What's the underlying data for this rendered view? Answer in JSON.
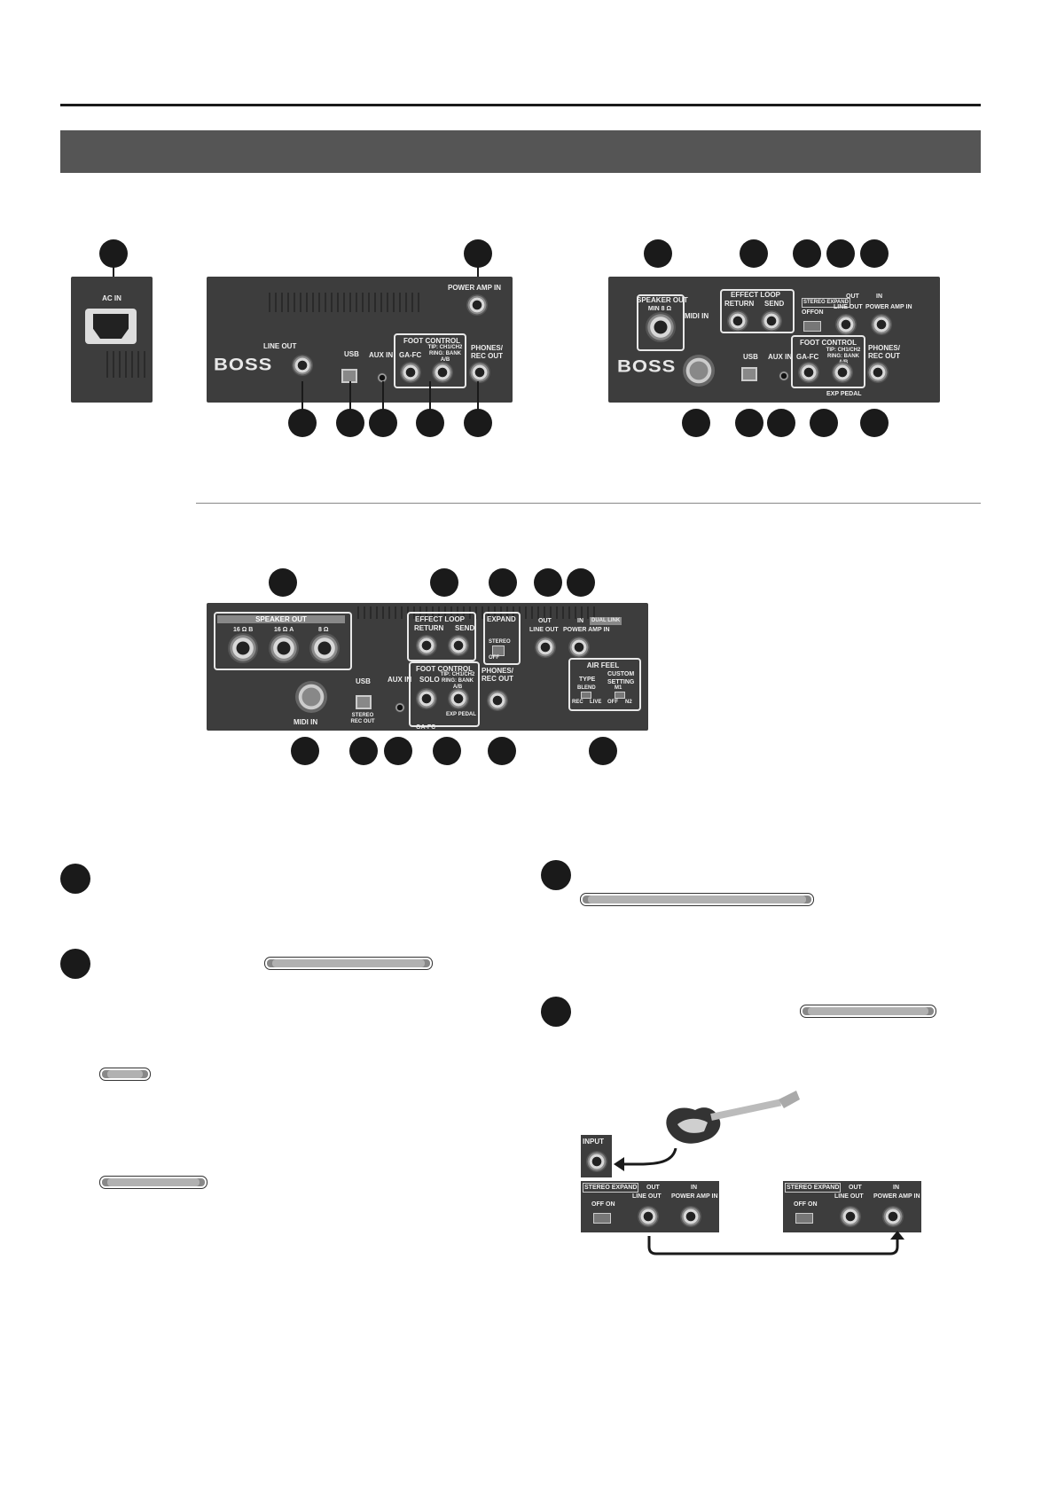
{
  "panel_a": {
    "ac_in": "AC IN"
  },
  "panel_b": {
    "brand": "BOSS",
    "power_amp_in": "POWER AMP IN",
    "line_out": "LINE OUT",
    "usb": "USB",
    "aux_in": "AUX IN",
    "foot_control": "FOOT CONTROL",
    "ga_fc": "GA-FC",
    "tip_ring": "TIP: CH1/CH2 RING: BANK A/B",
    "phones_rec_out": "PHONES/ REC OUT"
  },
  "panel_c": {
    "brand": "BOSS",
    "speaker_out": "SPEAKER OUT",
    "min_ohm": "MIN 8 Ω",
    "effect_loop": "EFFECT LOOP",
    "return": "RETURN",
    "send": "SEND",
    "stereo_expand": "STEREO EXPAND",
    "out": "OUT",
    "in": "IN",
    "off": "OFF",
    "on": "ON",
    "line_out": "LINE OUT",
    "power_amp_in": "POWER AMP IN",
    "midi_in": "MIDI IN",
    "usb": "USB",
    "aux_in": "AUX IN",
    "foot_control": "FOOT CONTROL",
    "ga_fc": "GA-FC",
    "tip_ring": "TIP: CH1/CH2 RING: BANK A/B",
    "exp_pedal": "EXP PEDAL",
    "phones_rec_out": "PHONES/ REC OUT"
  },
  "panel_d": {
    "speaker_out": "SPEAKER OUT",
    "b16": "16 Ω B",
    "a16": "16 Ω A",
    "o8": "8 Ω",
    "effect_loop": "EFFECT LOOP",
    "return": "RETURN",
    "send": "SEND",
    "expand": "EXPAND",
    "stereo": "STEREO",
    "off": "OFF",
    "out": "OUT",
    "in": "IN",
    "dual_link": "DUAL LINK",
    "line_out": "LINE OUT",
    "power_amp_in": "POWER AMP IN",
    "midi_in": "MIDI IN",
    "usb": "USB",
    "stereo_rec_out": "STEREO REC OUT",
    "aux_in": "AUX IN",
    "foot_control": "FOOT CONTROL",
    "solo": "SOLO",
    "tip_ring": "TIP: CH1/CH2 RING: BANK A/B",
    "exp_pedal": "EXP PEDAL",
    "ga_fc": "GA-FC",
    "phones_rec_out": "PHONES/ REC OUT",
    "air_feel": "AIR FEEL",
    "type": "TYPE",
    "custom_setting": "CUSTOM SETTING",
    "blend": "BLEND",
    "m1": "M1",
    "rec": "REC",
    "live": "LIVE",
    "n2": "N2"
  },
  "diagram": {
    "input": "INPUT",
    "stereo_expand": "STEREO EXPAND",
    "out": "OUT",
    "in": "IN",
    "off": "OFF",
    "on": "ON",
    "line_out": "LINE OUT",
    "power_amp_in": "POWER AMP IN"
  }
}
